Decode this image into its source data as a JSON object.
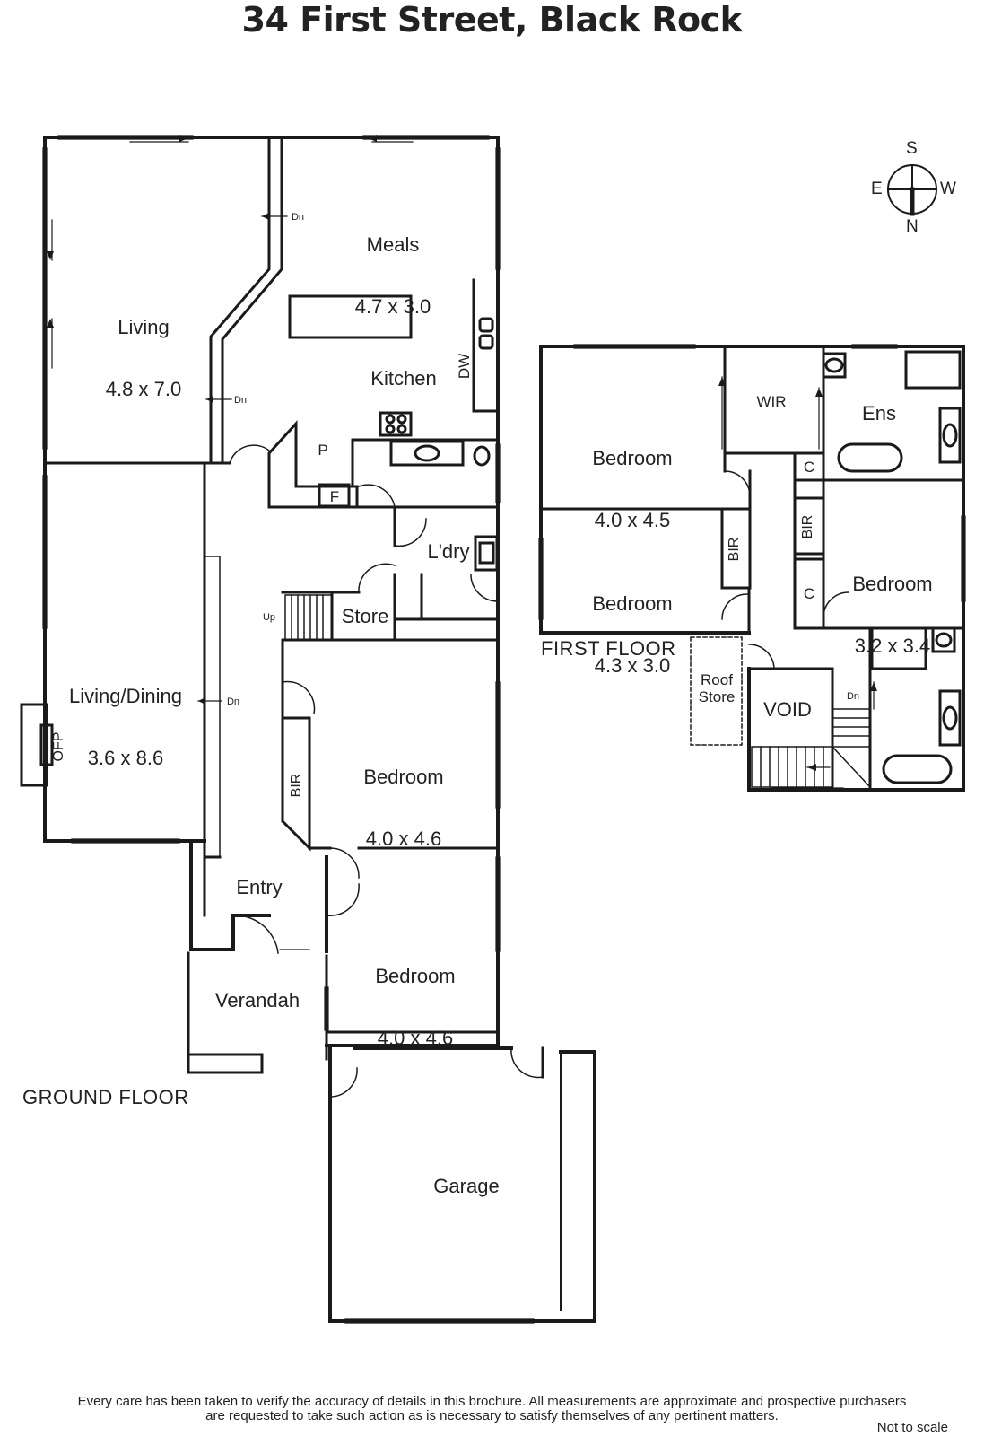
{
  "title": "34 First Street, Black Rock",
  "ground_floor": {
    "label": "GROUND FLOOR",
    "rooms": [
      {
        "name": "Meals",
        "size": "4.7 x 3.0"
      },
      {
        "name": "Living",
        "size": "4.8 x 7.0"
      },
      {
        "name": "Kitchen",
        "size": ""
      },
      {
        "name": "Living/Dining",
        "size": "3.6 x 8.6"
      },
      {
        "name": "L'dry",
        "size": ""
      },
      {
        "name": "Store",
        "size": ""
      },
      {
        "name": "Bedroom",
        "size": "4.0 x 4.6"
      },
      {
        "name": "Entry",
        "size": ""
      },
      {
        "name": "Bedroom",
        "size": "4.0 x 4.6"
      },
      {
        "name": "Verandah",
        "size": ""
      },
      {
        "name": "Garage",
        "size": ""
      }
    ],
    "fixtures": {
      "dw": "DW",
      "pantry": "P",
      "fridge": "F",
      "ofp": "OFP",
      "bir": "BIR",
      "dn": "Dn",
      "up": "Up"
    }
  },
  "first_floor": {
    "label": "FIRST FLOOR",
    "rooms": [
      {
        "name": "Bedroom",
        "size": "4.0 x 4.5"
      },
      {
        "name": "WIR",
        "size": ""
      },
      {
        "name": "Ens",
        "size": ""
      },
      {
        "name": "Bedroom",
        "size": "4.3 x 3.0"
      },
      {
        "name": "Bedroom",
        "size": "3.2 x 3.4"
      },
      {
        "name": "Roof\nStore",
        "size": ""
      },
      {
        "name": "VOID",
        "size": ""
      }
    ],
    "fixtures": {
      "bir": "BIR",
      "c": "C",
      "dn": "Dn"
    }
  },
  "compass": {
    "n": "N",
    "s": "S",
    "e": "E",
    "w": "W"
  },
  "disclaimer": {
    "line1": "Every care has been taken to verify the accuracy of details in this brochure.  All measurements are approximate and prospective purchasers",
    "line2": "are requested to take such action as is necessary to satisfy themselves of any pertinent matters."
  },
  "scale_note": "Not to scale"
}
